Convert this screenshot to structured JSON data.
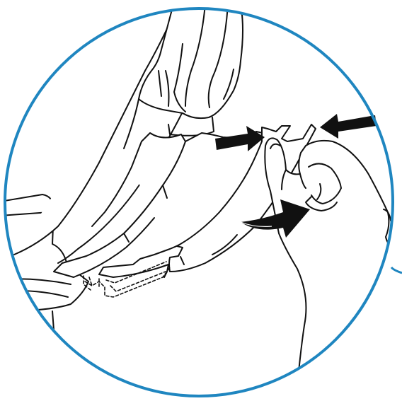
{
  "figure": {
    "style": "line-art instruction illustration (zoom detail circle)",
    "colors": {
      "circle": "#1f86c0",
      "outline": "#111111",
      "arrow_fill": "#111111",
      "background": "#ffffff"
    },
    "icons": [
      "hand",
      "squeeze-arrow",
      "rotate-arrow",
      "hidden-tab-dashed-outline"
    ]
  }
}
